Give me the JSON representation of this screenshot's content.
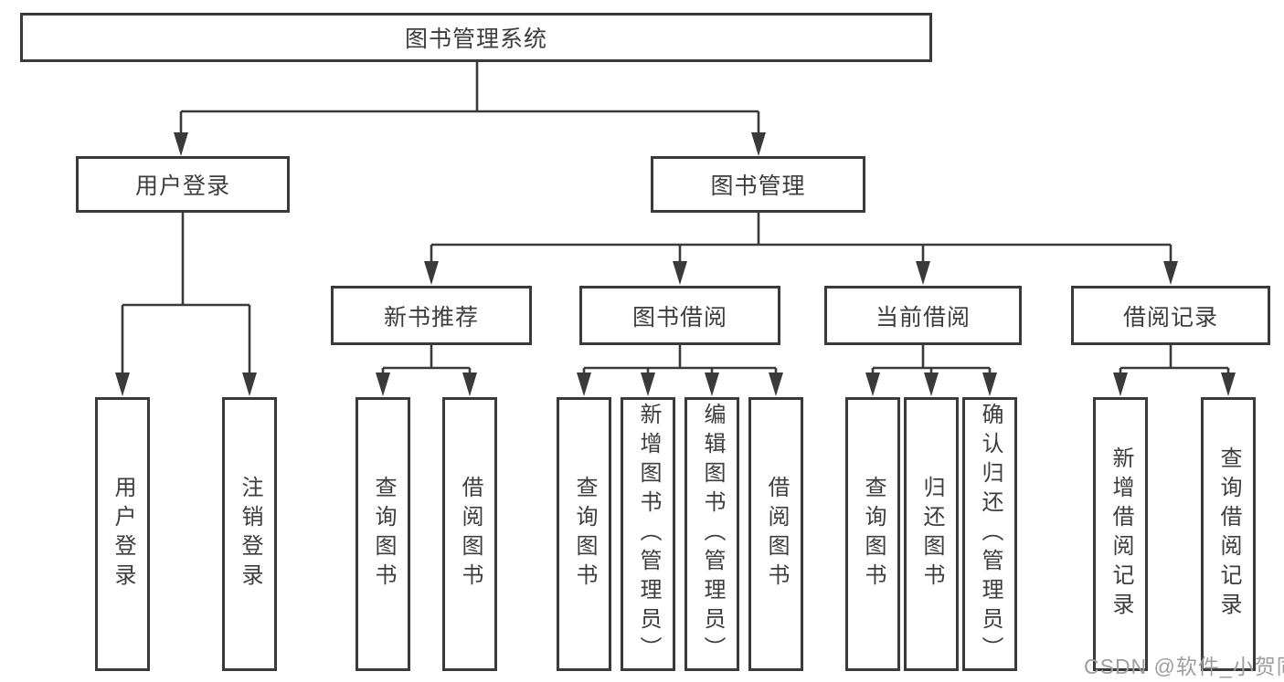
{
  "colors": {
    "line": "#3a3a3a",
    "box_border": "#3a3a3a",
    "text": "#3d3d3d",
    "watermark_text": "#9e9e9e",
    "background": "#ffffff"
  },
  "tree": {
    "label": "图书管理系统",
    "children": [
      {
        "label": "用户登录",
        "children": [
          {
            "label": "用户登录"
          },
          {
            "label": "注销登录"
          }
        ]
      },
      {
        "label": "图书管理",
        "children": [
          {
            "label": "新书推荐",
            "children": [
              {
                "label": "查询图书"
              },
              {
                "label": "借阅图书"
              }
            ]
          },
          {
            "label": "图书借阅",
            "children": [
              {
                "label": "查询图书"
              },
              {
                "label": "新增图书（管理员）"
              },
              {
                "label": "编辑图书（管理员）"
              },
              {
                "label": "借阅图书"
              }
            ]
          },
          {
            "label": "当前借阅",
            "children": [
              {
                "label": "查询图书"
              },
              {
                "label": "归还图书"
              },
              {
                "label": "确认归还（管理员）"
              }
            ]
          },
          {
            "label": "借阅记录",
            "children": [
              {
                "label": "新增借阅记录"
              },
              {
                "label": "查询借阅记录"
              }
            ]
          }
        ]
      }
    ]
  },
  "watermark": {
    "text": "CSDN @软件_小贺同学"
  }
}
